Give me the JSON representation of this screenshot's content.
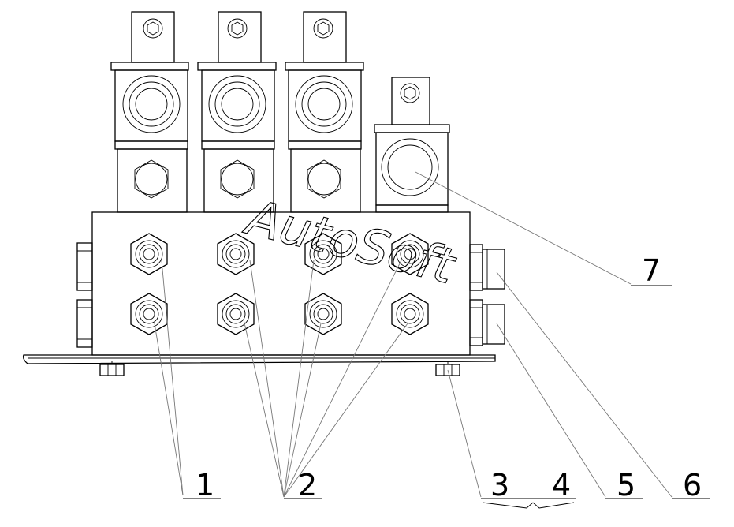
{
  "diagram": {
    "callouts": [
      "1",
      "2",
      "3",
      "4",
      "5",
      "6",
      "7"
    ],
    "watermark": "AutoSoft"
  }
}
